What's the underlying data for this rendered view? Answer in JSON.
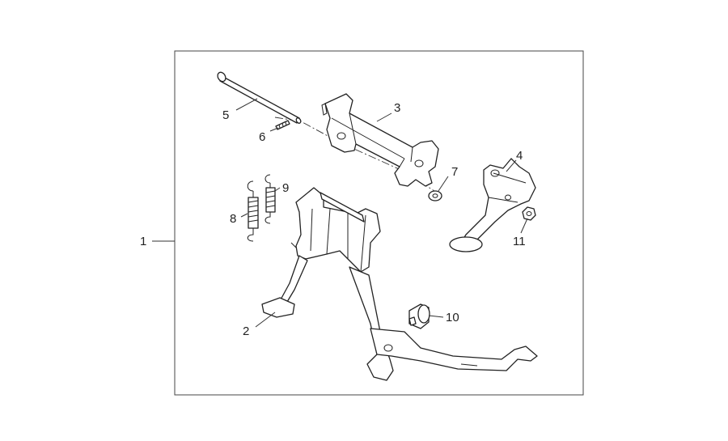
{
  "callouts": [
    {
      "id": "1",
      "label": "1"
    },
    {
      "id": "2",
      "label": "2"
    },
    {
      "id": "3",
      "label": "3"
    },
    {
      "id": "4",
      "label": "4"
    },
    {
      "id": "5",
      "label": "5"
    },
    {
      "id": "6",
      "label": "6"
    },
    {
      "id": "7",
      "label": "7"
    },
    {
      "id": "8",
      "label": "8"
    },
    {
      "id": "9",
      "label": "9"
    },
    {
      "id": "10",
      "label": "10"
    },
    {
      "id": "11",
      "label": "11"
    }
  ],
  "colors": {
    "line": "#222222",
    "background": "#ffffff",
    "frame": "#444444"
  }
}
